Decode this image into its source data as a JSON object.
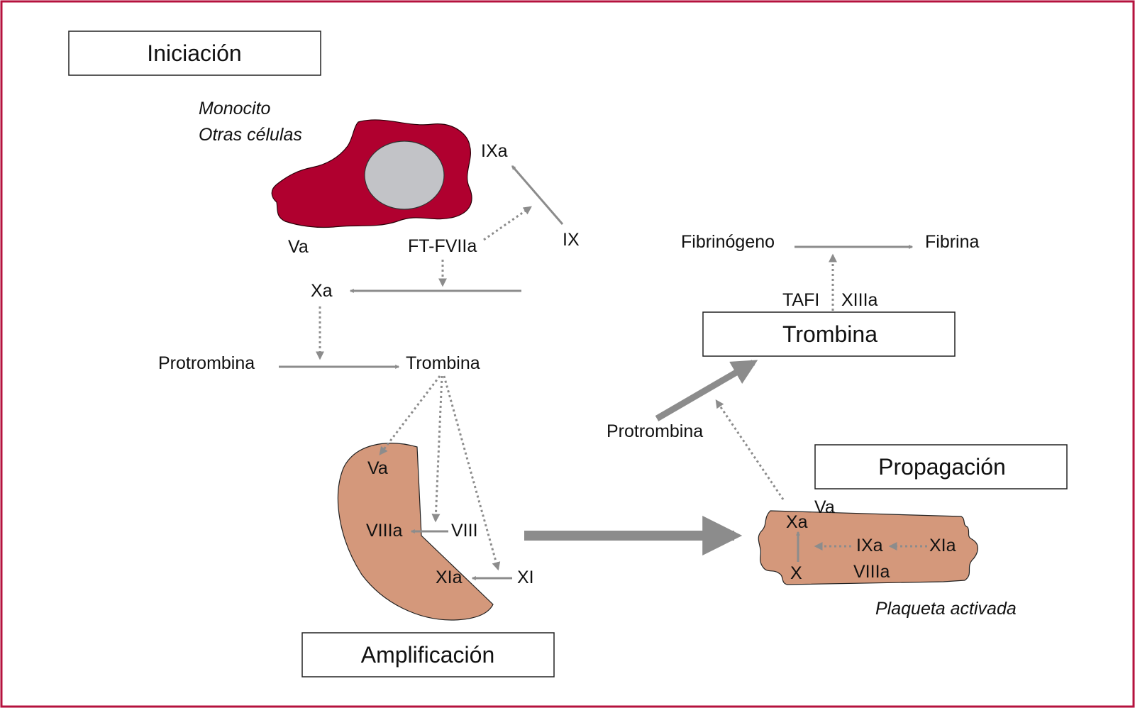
{
  "colors": {
    "frame": "#b5123e",
    "monocyte": "#b0002f",
    "nucleus": "#c2c3c7",
    "platelet": "#d4987b",
    "arrow": "#8c8c8c"
  },
  "stages": {
    "initiation": "Iniciación",
    "amplification": "Amplificación",
    "propagation": "Propagación",
    "thrombin_box": "Trombina"
  },
  "initiation": {
    "cell_label_1": "Monocito",
    "cell_label_2": "Otras células",
    "va": "Va",
    "ft_fviia": "FT-FVIIa",
    "ixa": "IXa",
    "ix": "IX",
    "xa": "Xa",
    "protrombina": "Protrombina",
    "trombina": "Trombina"
  },
  "amplification": {
    "va": "Va",
    "viiia": "VIIIa",
    "viii": "VIII",
    "xia": "XIa",
    "xi": "XI"
  },
  "propagation": {
    "va": "Va",
    "xa": "Xa",
    "x": "X",
    "ixa": "IXa",
    "xia": "XIa",
    "viiia": "VIIIa",
    "cell_label": "Plaqueta activada",
    "protrombina": "Protrombina"
  },
  "fibrin": {
    "fibrinogeno": "Fibrinógeno",
    "fibrina": "Fibrina",
    "tafi": "TAFI",
    "xiiia": "XIIIa"
  }
}
